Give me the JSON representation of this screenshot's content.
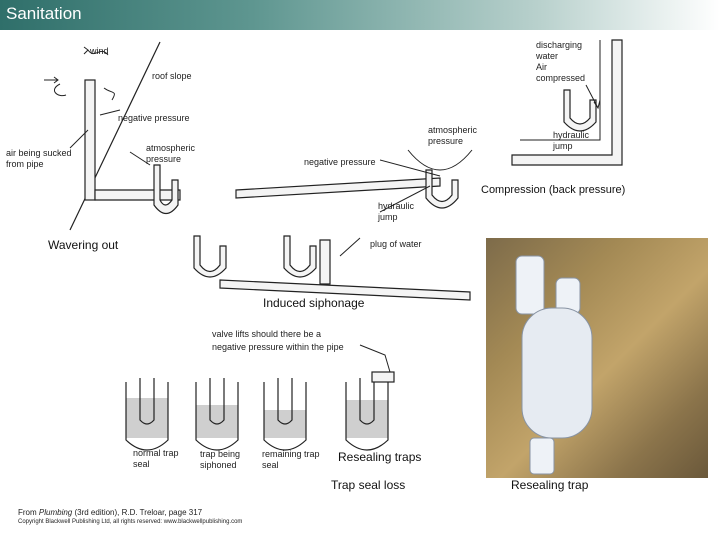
{
  "header": {
    "title": "Sanitation"
  },
  "labels": {
    "wind": "wind",
    "roof_slope": "roof slope",
    "negative_pressure_top": "negative pressure",
    "air_sucked": "air being sucked\nfrom pipe",
    "atmospheric_left": "atmospheric\npressure",
    "atmospheric_mid": "atmospheric\npressure",
    "negative_pressure_mid": "negative pressure",
    "discharging": "discharging\nwater\nAir\ncompressed",
    "hydraulic_jump_right": "hydraulic\njump",
    "compression": "Compression (back pressure)",
    "hydraulic_jump_mid": "hydraulic\njump",
    "wavering": "Wavering out",
    "plug_of_water": "plug of water",
    "induced_siphonage": "Induced siphonage",
    "valve_note": "valve lifts should there be a\nnegative pressure within the pipe",
    "normal_trap": "normal trap\nseal",
    "trap_siphoned": "trap being\nsiphoned",
    "remaining_trap": "remaining trap\nseal",
    "resealing_traps": "Resealing traps",
    "trap_seal_loss": "Trap seal loss",
    "resealing_trap_caption": "Resealing trap"
  },
  "footer": {
    "source_prefix": "From ",
    "source_book": "Plumbing",
    "source_rest": " (3rd edition), R.D. Treloar, page 317",
    "copyright": "Copyright Blackwell Publishing Ltd, all rights reserved: www.blackwellpublishing.com"
  }
}
